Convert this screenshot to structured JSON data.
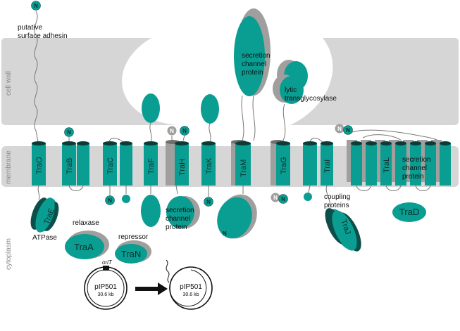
{
  "colors": {
    "teal": "#0a9d91",
    "teal_dark": "#0c4f4a",
    "teal_top": "#0c3b37",
    "grey": "#a09f9d",
    "band": "#d6d6d6",
    "text": "#111111"
  },
  "regions": {
    "cell_wall": "cell wall",
    "membrane": "membrane",
    "cytoplasm": "cytoplasm"
  },
  "labels": {
    "putative_adhesin": [
      "putative",
      "surface adhesin"
    ],
    "secretion_channel_top": [
      "secretion",
      "channel",
      "protein"
    ],
    "lytic_transglycosylase": [
      "lytic",
      "transglycosylase"
    ],
    "secretion_channel_mid": [
      "secretion",
      "channel",
      "protein"
    ],
    "coupling_proteins": [
      "coupling",
      "proteins"
    ],
    "secretion_channel_right": [
      "secretion",
      "channel",
      "protein"
    ],
    "relaxase": "relaxase",
    "repressor": "repressor",
    "atpase": "ATPase"
  },
  "proteins": {
    "membrane": [
      "TraO",
      "TraB",
      "TraC",
      "TraF",
      "TraH",
      "TraK",
      "TraM",
      "TraG",
      "TraI",
      "TraL"
    ],
    "TraE": "TraE",
    "TraA": "TraA",
    "TraN": "TraN",
    "TraJ": "TraJ",
    "TraD": "TraD"
  },
  "n_terminus": "N",
  "plasmid": {
    "name": "pIP501",
    "size": "30.6 kb",
    "origin": "oriT"
  }
}
